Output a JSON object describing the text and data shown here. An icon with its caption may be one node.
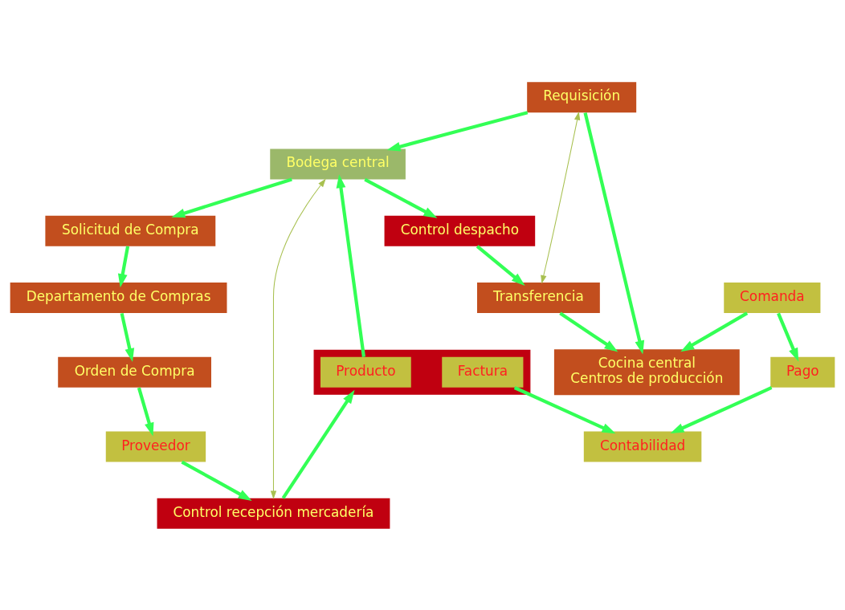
{
  "diagram": {
    "nodes": [
      {
        "text": [
          "Requisición"
        ]
      },
      {
        "text": [
          "Solicitud de Compra"
        ]
      },
      {
        "text": [
          "Departamento de Compras"
        ]
      },
      {
        "text": [
          "Orden de Compra"
        ]
      },
      {
        "text": [
          "Bodega central"
        ]
      },
      {
        "text": [
          "Cocina central",
          "Centros de producción"
        ]
      },
      {
        "text": [
          "Proveedor"
        ]
      },
      {
        "text": [
          "Control despacho"
        ]
      },
      {
        "text": [
          "Control recepción mercadería"
        ]
      },
      {
        "text": [],
        "shape": "box"
      },
      {
        "text": [
          "Producto"
        ],
        "in": 9
      },
      {
        "text": [
          "Factura"
        ],
        "in": 9
      },
      {
        "text": [
          "Transferencia"
        ]
      },
      {
        "text": [
          "Comanda"
        ]
      },
      {
        "text": [
          "Pago"
        ]
      },
      {
        "text": [
          "Contabilidad"
        ]
      }
    ],
    "edges": [
      {
        "from": 0,
        "to": 5,
        "arrow": "to"
      },
      {
        "from": 0,
        "to": 4,
        "arrow": "to"
      },
      {
        "from": 4,
        "to": 1,
        "arrow": "to"
      },
      {
        "from": 1,
        "to": 2,
        "arrow": "to"
      },
      {
        "from": 2,
        "to": 3,
        "arrow": "to"
      },
      {
        "from": 3,
        "to": 6,
        "arrow": "to"
      },
      {
        "from": 6,
        "to": 8,
        "arrow": "to"
      },
      {
        "from": 8,
        "to": 9,
        "arrow": "to"
      },
      {
        "from": 4,
        "to": 7,
        "arrow": "to"
      },
      {
        "from": 7,
        "to": 12,
        "arrow": "to"
      },
      {
        "from": 12,
        "to": 5,
        "arrow": "to"
      },
      {
        "from": 12,
        "to": 0,
        "arrow": "both",
        "color": "#a8c050"
      },
      {
        "from": 4,
        "to": 8,
        "arrow": "both",
        "color": "#a8c050"
      },
      {
        "from": 10,
        "to": 4,
        "arrow": "to"
      },
      {
        "from": 13,
        "to": 5,
        "arrow": "to"
      },
      {
        "from": 13,
        "to": 14,
        "arrow": "to"
      },
      {
        "from": 14,
        "to": 15,
        "arrow": "to"
      },
      {
        "from": 11,
        "to": 15,
        "arrow": "to"
      }
    ]
  }
}
